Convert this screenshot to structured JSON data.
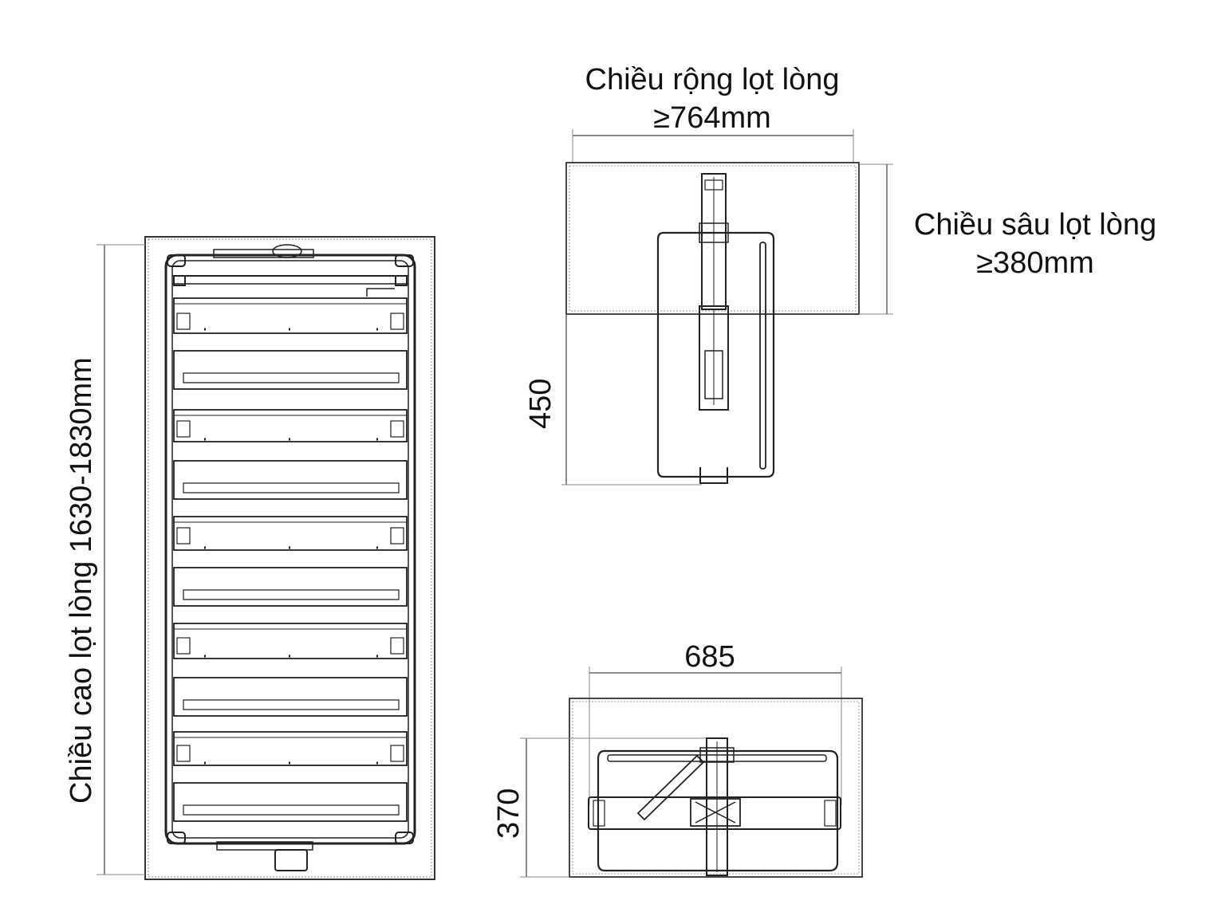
{
  "diagram": {
    "front_view": {
      "height_label": "Chiều cao lọt lòng 1630-1830mm"
    },
    "top_view": {
      "width_label_line1": "Chiều rộng lọt lòng",
      "width_label_line2": "≥764mm",
      "depth_label_line1": "Chiều sâu lọt lòng",
      "depth_label_line2": "≥380mm",
      "extension_label": "450"
    },
    "bottom_view": {
      "width_label": "685",
      "depth_label": "370"
    },
    "colors": {
      "line": "#222222",
      "thin_line": "#555555",
      "dim_line": "#888888"
    }
  }
}
